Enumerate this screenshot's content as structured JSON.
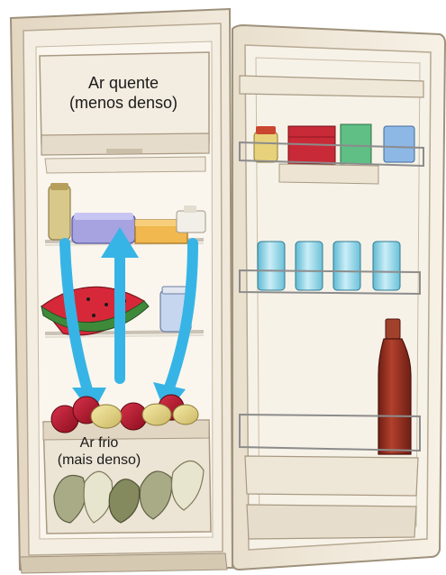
{
  "labels": {
    "hot_air_line1": "Ar quente",
    "hot_air_line2": "(menos denso)",
    "cold_air_line1": "Ar frio",
    "cold_air_line2": "(mais denso)"
  },
  "colors": {
    "cabinet": "#efe6d6",
    "cabinet_edge": "#b9ab95",
    "interior": "#f6f0e4",
    "arrow": "#37b4e6",
    "apple": "#b3142a",
    "lemon": "#e9d98a",
    "watermelon": "#d7283a",
    "rind": "#3f8a3a",
    "can": "#8fd3e6",
    "bottle": "#8f2c1f"
  },
  "icons": {
    "fridge": "refrigerator-illustration",
    "arrows": "convection-arrow-icon",
    "fruit": "apple-icon"
  }
}
